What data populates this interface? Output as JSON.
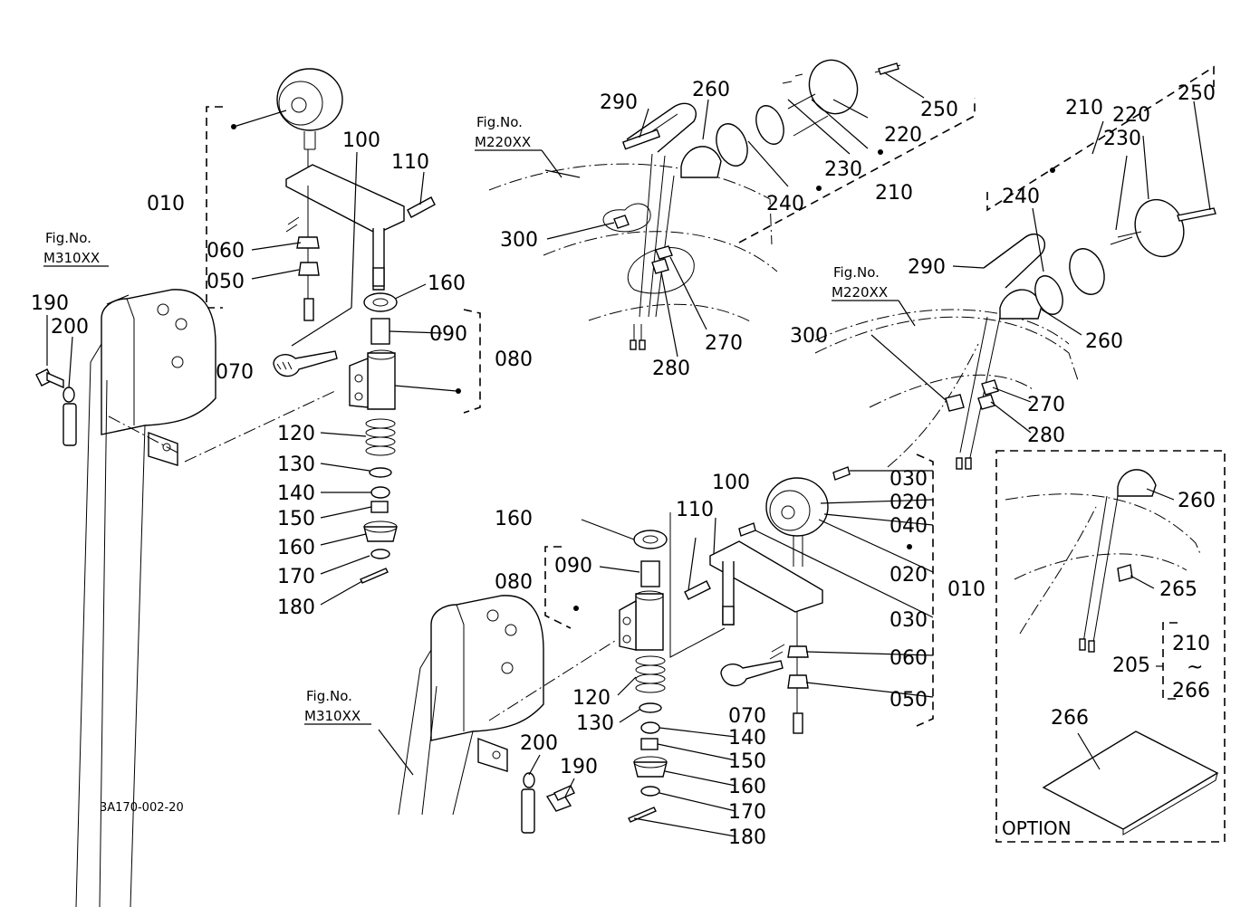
{
  "labels": {
    "l010a": "010",
    "l060a": "060",
    "l050a": "050",
    "l100a": "100",
    "l110a": "110",
    "l160a": "160",
    "l090a": "090",
    "l080a": "080",
    "l070a": "070",
    "l120a": "120",
    "l130a": "130",
    "l140a": "140",
    "l150a": "150",
    "l160b": "160",
    "l170a": "170",
    "l180a": "180",
    "l190a": "190",
    "l200a": "200",
    "l290a": "290",
    "l260a": "260",
    "l250a": "250",
    "l220a": "220",
    "l230a": "230",
    "l240a": "240",
    "l210a": "210",
    "l300a": "300",
    "l270a": "270",
    "l280a": "280",
    "l210b": "210",
    "l250b": "250",
    "l220b": "220",
    "l230b": "230",
    "l240b": "240",
    "l290b": "290",
    "l260b": "260",
    "l300b": "300",
    "l270b": "270",
    "l280b": "280",
    "l030a": "030",
    "l020a": "020",
    "l040a": "040",
    "l020b": "020",
    "l030b": "030",
    "l010b": "010",
    "l060b": "060",
    "l050b": "050",
    "l100b": "100",
    "l110b": "110",
    "l160c": "160",
    "l090b": "090",
    "l080b": "080",
    "l070b": "070",
    "l120b": "120",
    "l130b": "130",
    "l140b": "140",
    "l150b": "150",
    "l160d": "160",
    "l170b": "170",
    "l180b": "180",
    "l200b": "200",
    "l190b": "190",
    "l260c": "260",
    "l265": "265",
    "l205": "205",
    "l210c": "210",
    "l266a": "266",
    "l266b": "266",
    "tilde": "~"
  },
  "refs": {
    "r1_fig": "Fig.No.",
    "r1_num": "M310XX",
    "r2_fig": "Fig.No.",
    "r2_num": "M220XX",
    "r3_fig": "Fig.No.",
    "r3_num": "M220XX",
    "r4_fig": "Fig.No.",
    "r4_num": "M310XX"
  },
  "drawing_code": "3A170-002-20",
  "option_box": {
    "title": "OPTION"
  }
}
